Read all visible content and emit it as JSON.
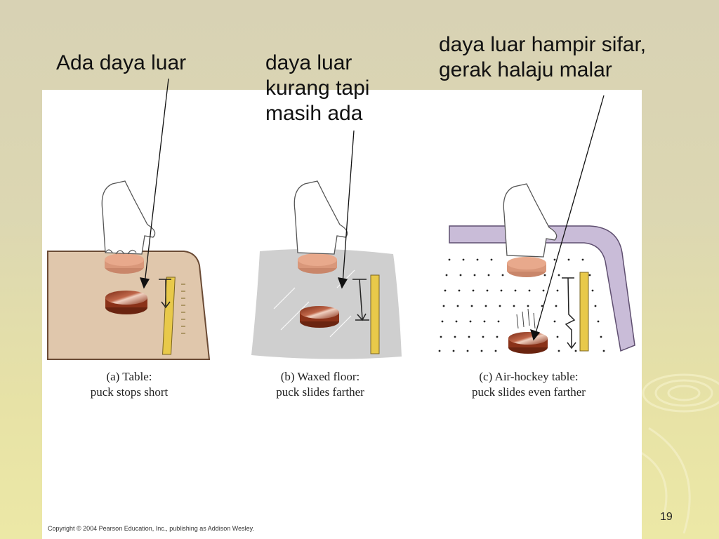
{
  "labels": {
    "a": "Ada daya luar",
    "b": "daya luar\nkurang tapi\nmasih ada",
    "c": "daya luar hampir sifar,\ngerak halaju malar"
  },
  "captions": {
    "a": "(a) Table:\npuck stops short",
    "b": "(b) Waxed floor:\npuck slides farther",
    "c": "(c) Air-hockey table:\npuck slides even farther"
  },
  "copyright": "Copyright © 2004 Pearson Education, Inc., publishing as Addison Wesley.",
  "page_number": "19",
  "colors": {
    "table": "#e0c7ac",
    "floor": "#cfcfcf",
    "rail": "#c9bcd8",
    "puck": "#9a3b1f",
    "ruler": "#e8c94a"
  }
}
